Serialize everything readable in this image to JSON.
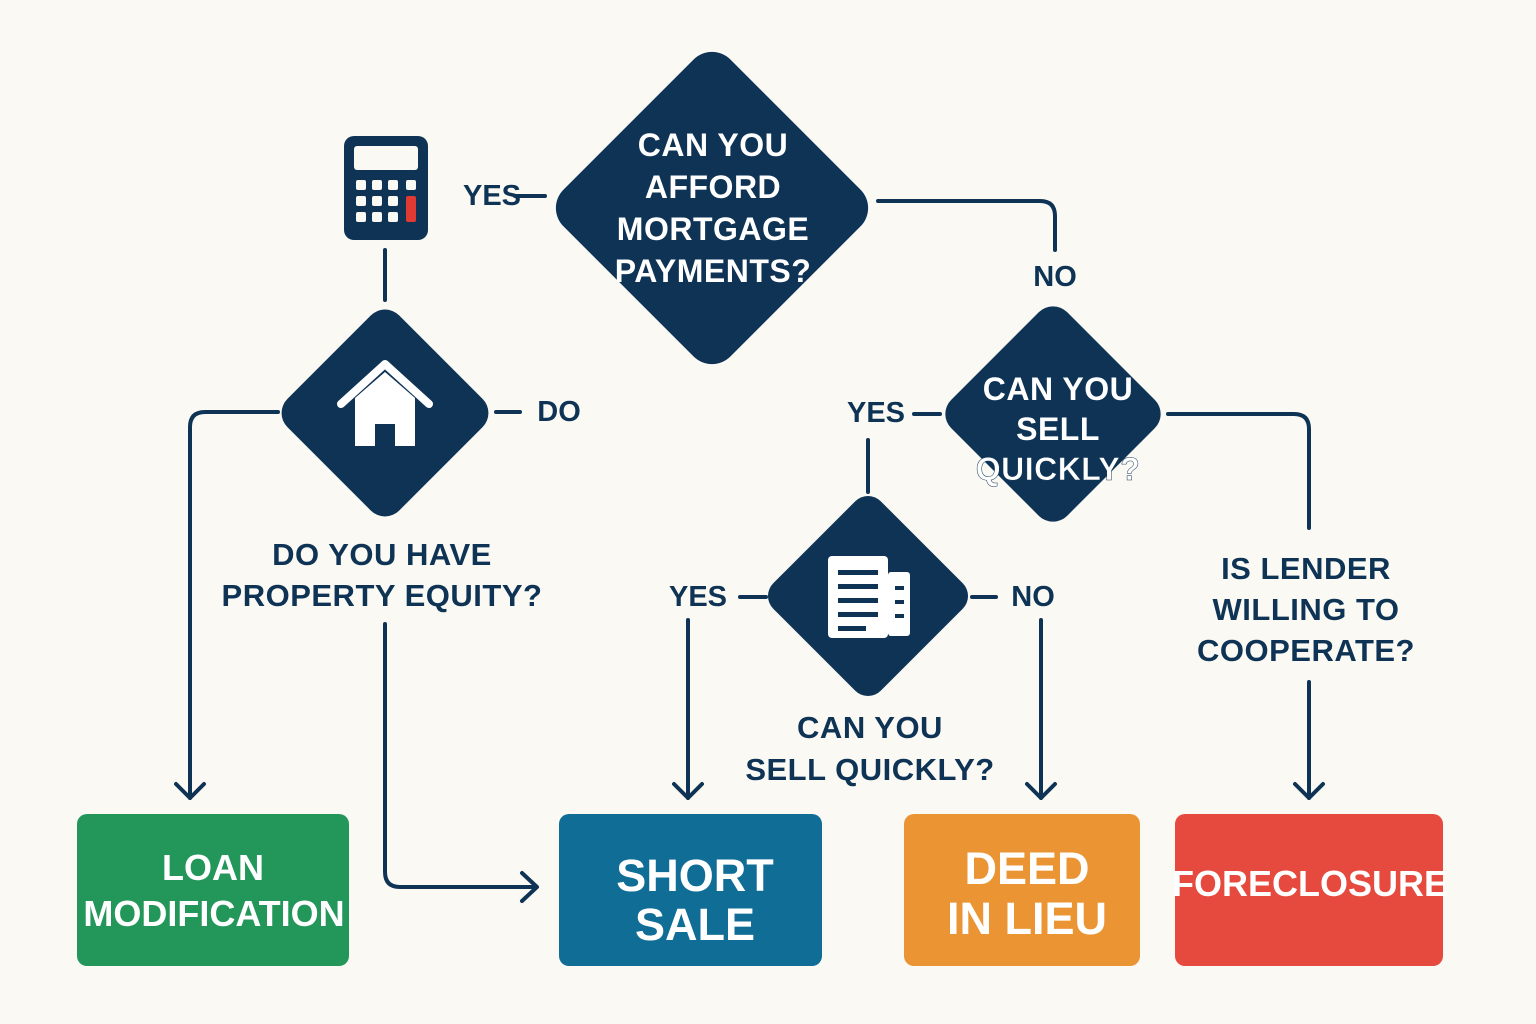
{
  "colors": {
    "background": "#faf9f4",
    "navy": "#0e3354",
    "loan_modification": "#23975a",
    "short_sale": "#0f6d96",
    "deed_in_lieu": "#eb9434",
    "foreclosure": "#e64a3e"
  },
  "decisions": {
    "afford": {
      "line1": "CAN YOU",
      "line2": "AFFORD",
      "line3": "MORTGAGE",
      "line4": "PAYMENTS?"
    },
    "sell_quickly_top": {
      "line1": "CAN YOU",
      "line2": "SELL",
      "line3": "QUICKLY?"
    },
    "equity": {
      "line1": "DO YOU HAVE",
      "line2": "PROPERTY EQUITY?",
      "icon": "house-icon"
    },
    "sell_quickly_mid": {
      "line1": "CAN YOU",
      "line2": "SELL QUICKLY?",
      "icon": "document-icon"
    },
    "lender": {
      "line1": "IS LENDER",
      "line2": "WILLING TO",
      "line3": "COOPERATE?"
    }
  },
  "labels": {
    "afford_yes": "YES",
    "afford_no": "NO",
    "equity_do": "DO",
    "sell_top_yes": "YES",
    "sell_mid_yes": "YES",
    "sell_mid_no": "NO"
  },
  "icons": {
    "calculator": "calculator-icon"
  },
  "outcomes": {
    "loan_modification": {
      "line1": "LOAN",
      "line2": "MODIFICATION"
    },
    "short_sale": {
      "line1": "SHORT",
      "line2": "SALE"
    },
    "deed_in_lieu": {
      "line1": "DEED",
      "line2": "IN LIEU"
    },
    "foreclosure": {
      "line1": "FORECLOSURE"
    }
  }
}
